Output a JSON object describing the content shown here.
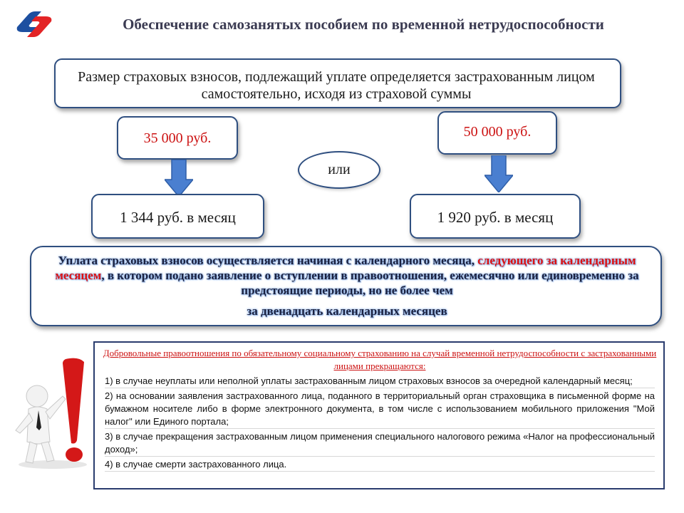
{
  "header": {
    "title": "Обеспечение самозанятых пособием по временной нетрудоспособности",
    "logo_colors": {
      "blue": "#1d4fa0",
      "red": "#e32426"
    }
  },
  "main": {
    "insurance_text": "Размер страховых взносов, подлежащий уплате определяется застрахованным лицом самостоятельно, исходя из страховой суммы",
    "option_left": {
      "sum": "35 000 руб.",
      "payment": "1 344 руб. в месяц"
    },
    "option_right": {
      "sum": "50 000 руб.",
      "payment": "1 920 руб. в месяц"
    },
    "or_label": "или"
  },
  "payment_notice": {
    "part1": "Уплата страховых взносов осуществляется начиная с календарного месяца, ",
    "highlight": "следующего за календарным месяцем",
    "part2": ", в котором подано заявление о вступлении в правоотношения, ежемесячно или единовременно за предстоящие периоды, но не более чем",
    "line2": "за двенадцать календарных месяцев"
  },
  "termination": {
    "heading": "Добровольные правоотношения по обязательному социальному страхованию на случай временной нетрудоспособности с застрахованными лицами прекращаются:",
    "items": [
      "1) в случае неуплаты или неполной уплаты застрахованным лицом страховых взносов за очередной календарный месяц;",
      "2) на основании заявления застрахованного лица, поданного в территориальный орган страховщика в письменной форме на бумажном носителе либо в форме электронного документа, в том числе с использованием мобильного приложения \"Мой налог\" или Единого портала;",
      "3) в случае прекращения застрахованным лицом применения специального налогового режима «Налог на профессиональный доход»;",
      "4) в случае смерти застрахованного лица."
    ]
  },
  "colors": {
    "accent_red": "#cc1111",
    "border_blue": "#2f4f80",
    "arrow_blue": "#4a7fd0"
  },
  "icons": [
    "sfr-logo-icon",
    "down-arrow-icon",
    "exclamation-figure-icon"
  ]
}
